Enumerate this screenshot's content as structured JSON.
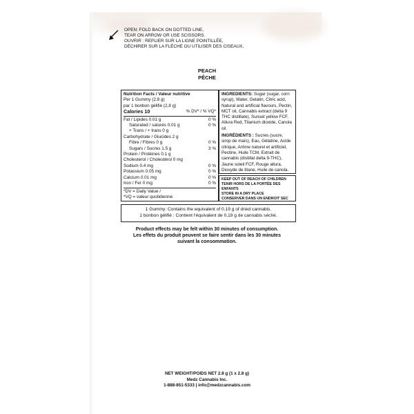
{
  "opening": {
    "lines": [
      "OPEN: FOLD BACK ON DOTTED LINE,",
      "TEAR ON ARROW OR USE SCISSORS.",
      "OUVRIR : REPLIER SUR LA LIGNE POINTILLÉE,",
      "DÉCHIRER SUR LA FLÈCHE OU UTILISER DES CISEAUX."
    ]
  },
  "flavor": {
    "en": "PEACH",
    "fr": "PÊCHE"
  },
  "nutrition": {
    "title": "Nutrition Facts / Valeur nutritive",
    "serving_en": "Per 1 Gummy (2.8 g)",
    "serving_fr": "par 1 bonbon gélifié (2,8 g)",
    "calories_label": "Calories 10",
    "dv_header": "% DV* / % VQ*",
    "rows": [
      {
        "label": "Fat / Lipides 0.01 g",
        "dv": "0 %",
        "indent": false
      },
      {
        "label": "Saturated / saturés 0.01 g",
        "dv": "0 %",
        "indent": true
      },
      {
        "label": "+ Trans / + trans 0 g",
        "dv": "",
        "indent": true
      },
      {
        "label": "Carbohydrate / Glucides 2 g",
        "dv": "",
        "indent": false
      },
      {
        "label": "Fibre / Fibres 0 g",
        "dv": "0 %",
        "indent": true
      },
      {
        "label": "Sugars / Sucres 1.5 g",
        "dv": "3 %",
        "indent": true
      },
      {
        "label": "Protein / Protéines 0.1 g",
        "dv": "",
        "indent": false
      },
      {
        "label": "Cholesterol / Cholestérol 0 mg",
        "dv": "",
        "indent": false
      },
      {
        "label": "Sodium 0.4 mg",
        "dv": "0 %",
        "indent": false
      },
      {
        "label": "Potassium 0.05 mg",
        "dv": "0 %",
        "indent": false
      },
      {
        "label": "Calcium 0.01 mg",
        "dv": "0 %",
        "indent": false
      },
      {
        "label": "Iron / Fer 0 mg",
        "dv": "0 %",
        "indent": false
      }
    ],
    "footnote_1": "*DV = Daily Value /",
    "footnote_2": "*VQ = valeur quotidienne"
  },
  "ingredients": {
    "en_label": "INGREDIENTS:",
    "en_text": "Sugar (sugar, corn syrup), Water, Gelatin, Citric acid, Natural and artificial flavours, Pectin, MCT oil, Cannabis extract (delta 9 THC distillate), Sunset yellow FCF, Allura Red, Titanium dioxide, Canola oil.",
    "fr_label": "INGRÉDIENTS :",
    "fr_text": "Sucres (sucre, sirop de maïs), Eau, Gélatine, Acide citrique, Arôme naturel et artificiel, Pectine, Huile TCM, Extrait de cannabis (distillat delta 9-THC), Jaune soleil FCF, Rouge allura, Dioxyde de titane, Huile de canola."
  },
  "warning": {
    "lines": [
      "KEEP OUT OF REACH OF CHILDREN",
      "TENIR HORS DE LA PORTÉE DES ENFANTS",
      "STORE IN A DRY PLACE",
      "CONSERVER DANS UN ENDROIT SEC"
    ]
  },
  "equivalency": {
    "en": "1 Gummy: Contains the equivalent of 0.19 g of dried cannabis.",
    "fr": "1 bonbon gélifié : Contient l'équivalent de 0,19 g de cannabis séché."
  },
  "effects": {
    "en": "Product effects may be felt within 30 minutes of consumption.",
    "fr_1": "Les effets du produit peuvent se faire sentir dans les 30 minutes",
    "fr_2": "suivant la consommation."
  },
  "footer": {
    "net_weight": "NET WEIGHT/POIDS NET 2.8 g (1 x 2.8 g)",
    "company": "Medz Cannabis Inc.",
    "contact": "1-888-851-5333 | info@medzcannabis.com"
  }
}
